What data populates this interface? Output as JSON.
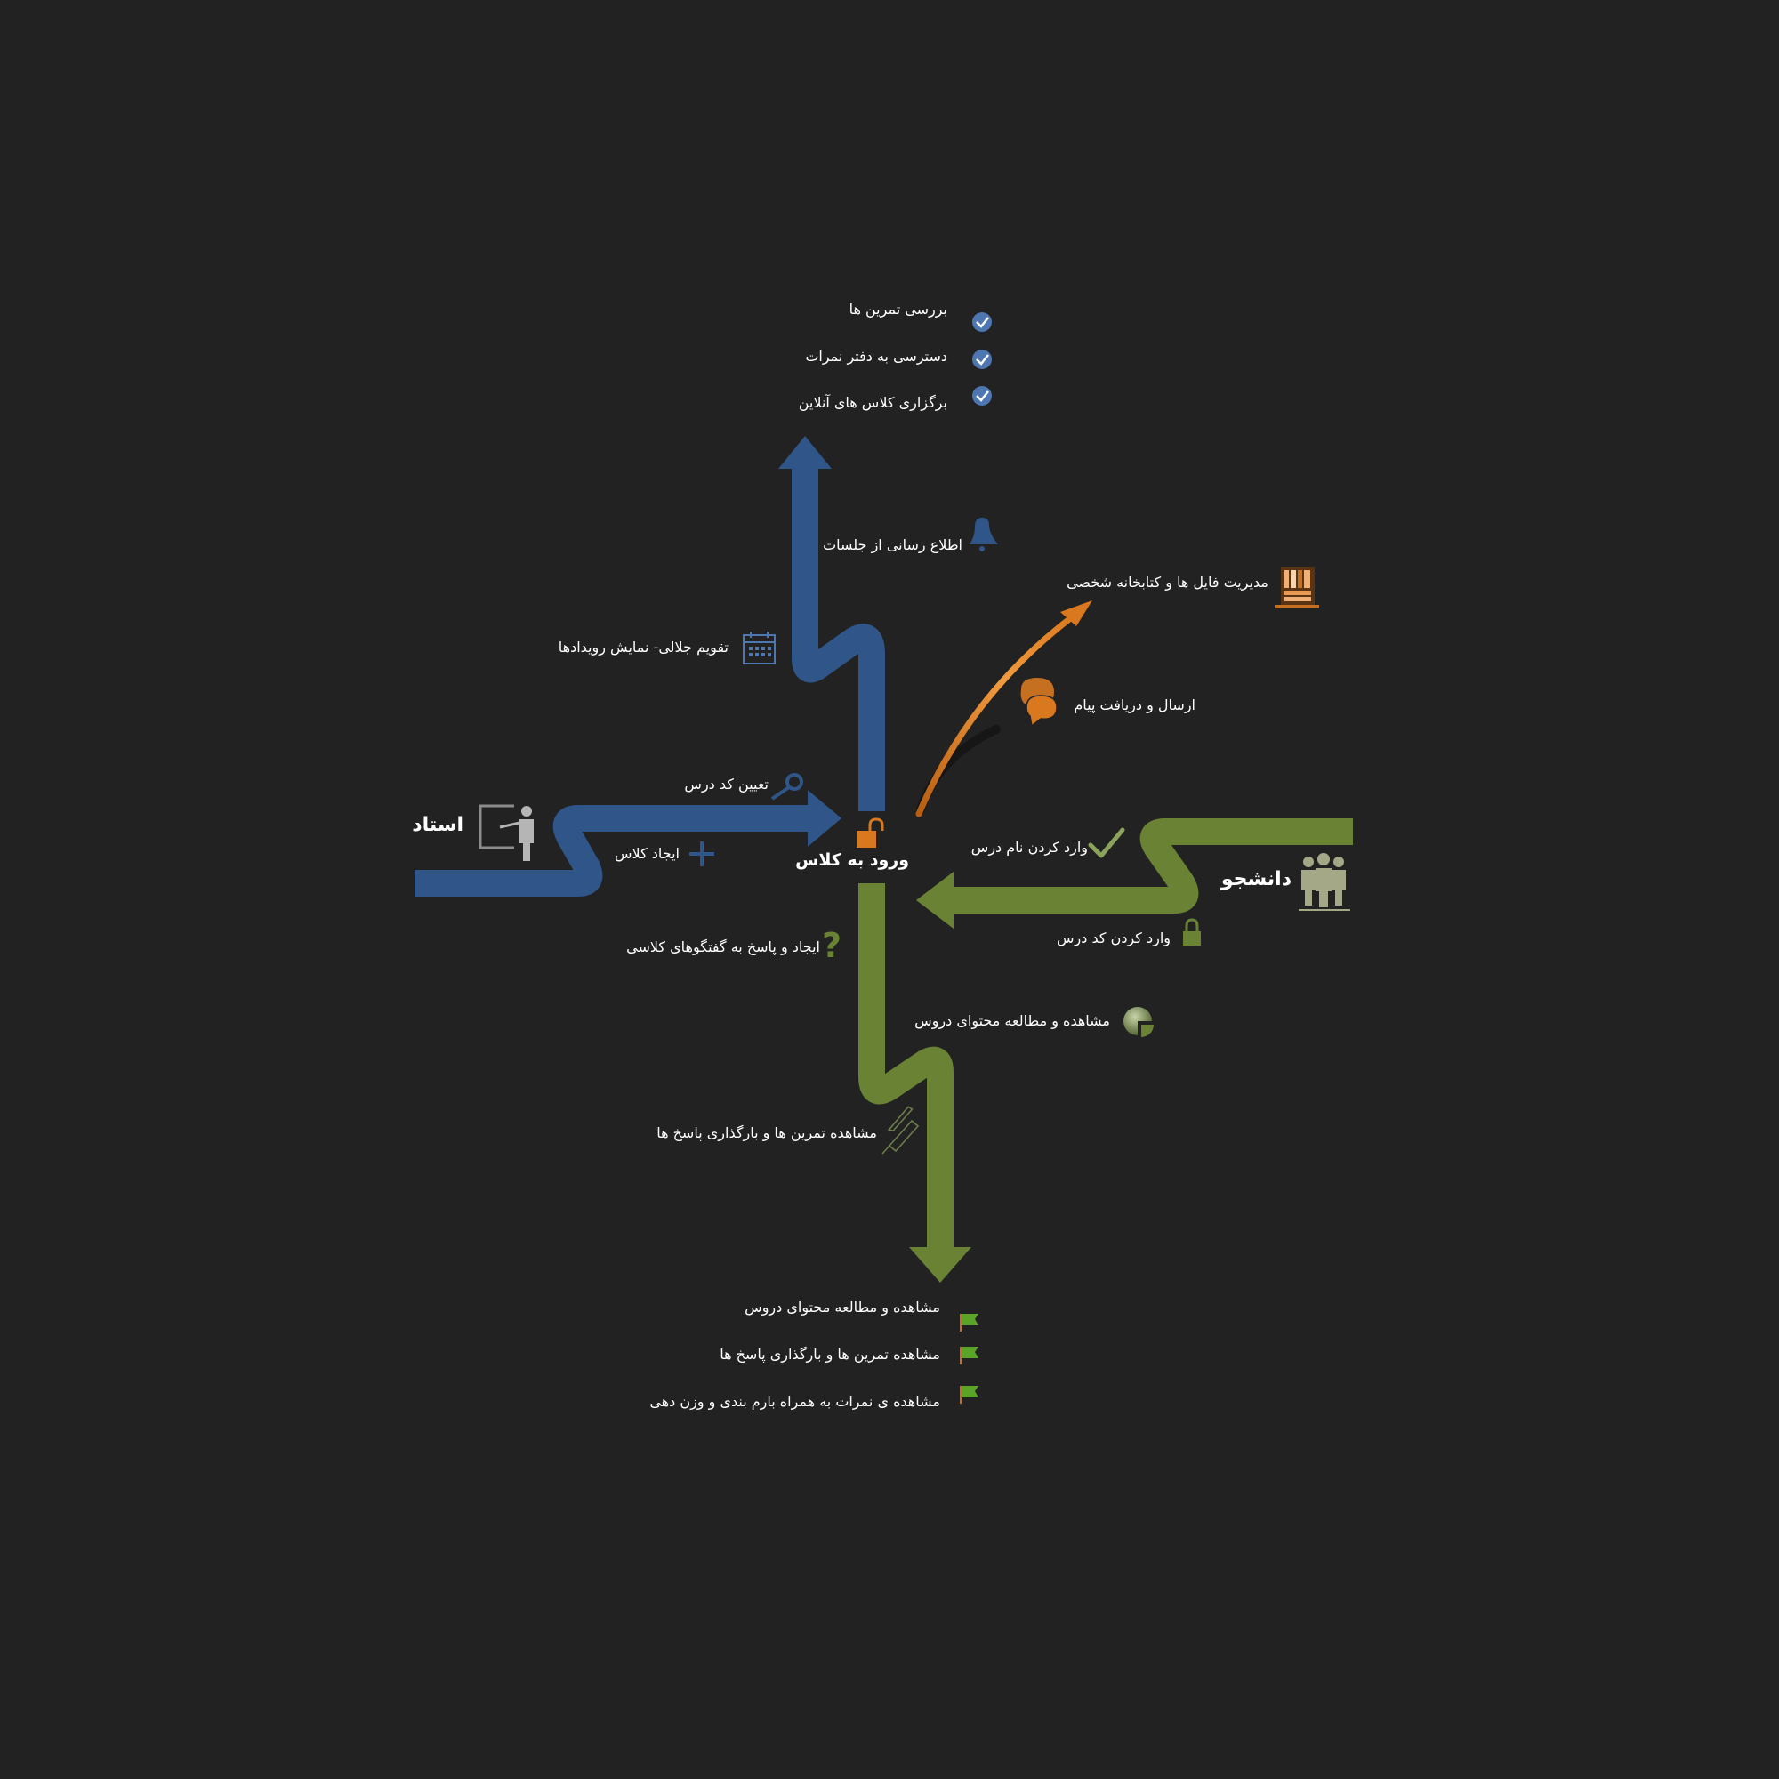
{
  "colors": {
    "background": "#222222",
    "teacher": "#2f5589",
    "student": "#6a8234",
    "accent": "#d9781e",
    "text": "#ffffff"
  },
  "center": {
    "label": "ورود به کلاس",
    "icon": "unlock-icon"
  },
  "teacher": {
    "role": "استاد",
    "icon": "teacher-at-board-icon",
    "input_steps": [
      {
        "label": "تعیین کد درس",
        "icon": "key-icon"
      },
      {
        "label": "ایجاد کلاس",
        "icon": "plus-icon"
      }
    ],
    "path_features": [
      {
        "label": "اطلاع رسانی از جلسات",
        "icon": "bell-icon"
      },
      {
        "label": "تقویم جلالی- نمایش رویدادها",
        "icon": "calendar-icon"
      }
    ],
    "outcomes": [
      {
        "label": "بررسی تمرین ها",
        "icon": "check-circle-icon"
      },
      {
        "label": "دسترسی به دفتر نمرات",
        "icon": "check-circle-icon"
      },
      {
        "label": "برگزاری کلاس های آنلاین",
        "icon": "check-circle-icon"
      }
    ]
  },
  "student": {
    "role": "دانشجو",
    "icon": "group-of-people-icon",
    "input_steps": [
      {
        "label": "وارد کردن نام درس",
        "icon": "checkmark-icon"
      },
      {
        "label": "وارد کردن کد درس",
        "icon": "lock-icon"
      }
    ],
    "path_features": [
      {
        "label": "ایجاد و پاسخ به گفتگوهای کلاسی",
        "icon": "question-mark-icon"
      },
      {
        "label": "مشاهده و مطالعه محتوای دروس",
        "icon": "pie-chart-icon"
      },
      {
        "label": "مشاهده تمرین ها و بارگذاری پاسخ ها",
        "icon": "pen-icon"
      }
    ],
    "outcomes": [
      {
        "label": "مشاهده و مطالعه محتوای دروس",
        "icon": "green-flag-icon"
      },
      {
        "label": "مشاهده تمرین ها و بارگذاری پاسخ ها",
        "icon": "green-flag-icon"
      },
      {
        "label": "مشاهده ی نمرات به همراه بارم بندی و وزن دهی",
        "icon": "green-flag-icon"
      }
    ]
  },
  "shared": [
    {
      "label": "مدیریت فایل ها و کتابخانه شخصی",
      "icon": "bookshelf-icon"
    },
    {
      "label": "ارسال و دریافت پیام",
      "icon": "chat-bubbles-icon"
    }
  ]
}
